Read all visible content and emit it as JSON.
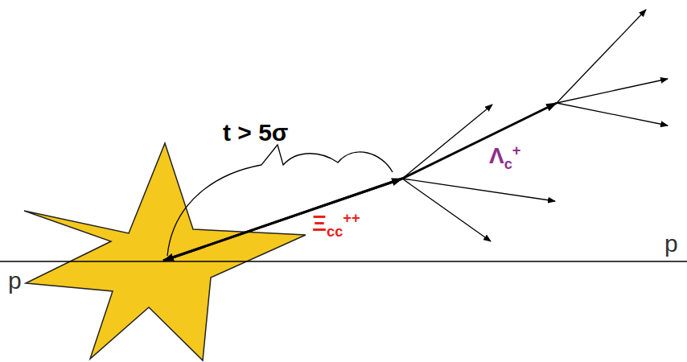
{
  "diagram": {
    "labels": [
      "t > 5σ",
      "Ξcc++",
      "Λc+",
      "p",
      "p"
    ]
  }
}
